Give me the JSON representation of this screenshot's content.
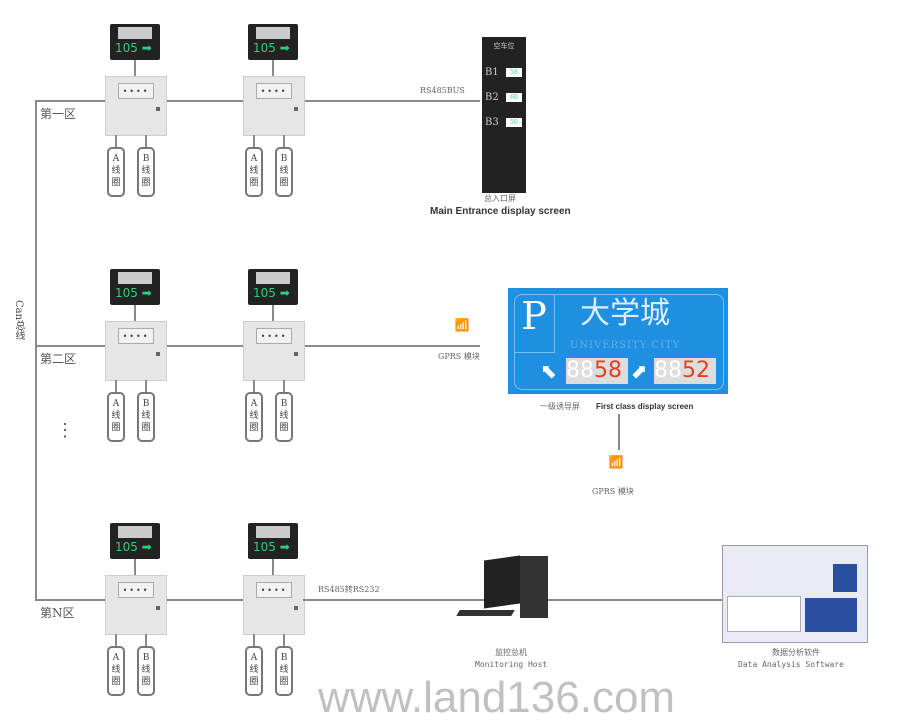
{
  "bus_label": "Can总线",
  "zones": [
    {
      "label": "第一区",
      "display_value": "105",
      "coil_a": "A\n线\n圈",
      "coil_b": "B\n线\n圈"
    },
    {
      "label": "第二区",
      "display_value": "105",
      "coil_a": "A\n线\n圈",
      "coil_b": "B\n线\n圈"
    },
    {
      "label": "第N区",
      "display_value": "105",
      "coil_a": "A\n线\n圈",
      "coil_b": "B\n线\n圈"
    }
  ],
  "ellipsis": "⋮",
  "main_entrance": {
    "bus": "RS485BUS",
    "title": "空车位",
    "rows": [
      {
        "label": "B1",
        "value": "58"
      },
      {
        "label": "B2",
        "value": "60"
      },
      {
        "label": "B3",
        "value": "50"
      }
    ],
    "caption_cn": "总入口屏",
    "caption_en": "Main Entrance display screen"
  },
  "first_class": {
    "p": "P",
    "name_cn": "大学城",
    "name_en": "UNIVERSITY CITY",
    "left_value": "58",
    "right_value": "52",
    "ghost": "88",
    "caption_cn": "一级诱导屏",
    "caption_en": "First class display screen"
  },
  "gprs": {
    "label": "GPRS 模块"
  },
  "host": {
    "bus": "RS485转RS232",
    "cn": "监控总机",
    "en": "Monitoring Host"
  },
  "software": {
    "cn": "数据分析软件",
    "en": "Data Analysis Software"
  },
  "watermark": "www.land136.com",
  "colors": {
    "sign_blue": "#1f8fdf",
    "digit_red": "#e8401c",
    "digit_green": "#2bd07a"
  }
}
